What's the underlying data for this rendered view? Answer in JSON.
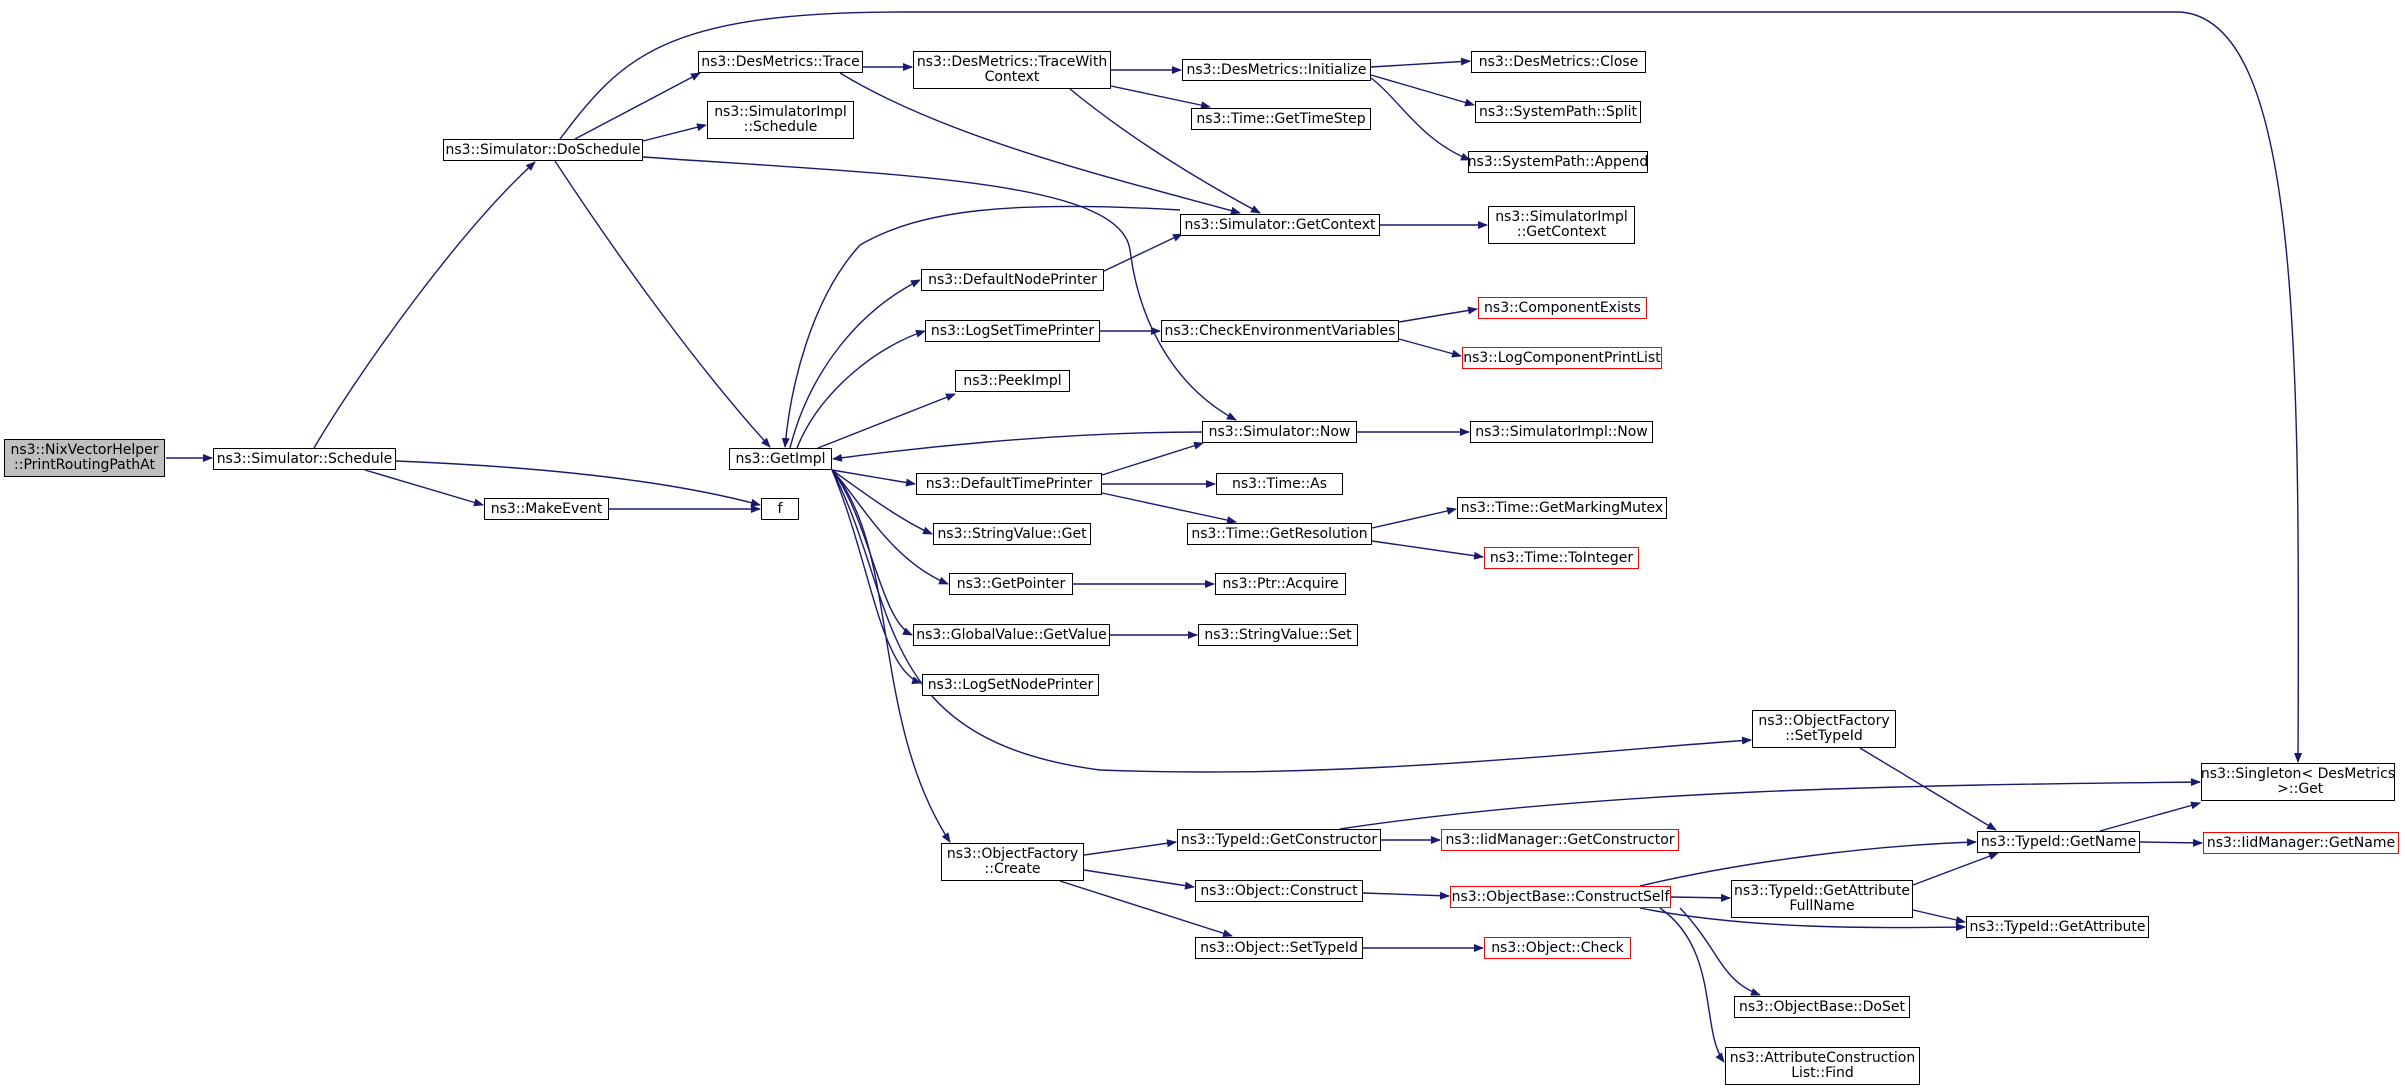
{
  "diagram": {
    "edge_color": "#191970",
    "nodes": {
      "root": {
        "label": "ns3::NixVectorHelper\n::PrintRoutingPathAt",
        "style": "highlighted"
      },
      "schedule": {
        "label": "ns3::Simulator::Schedule"
      },
      "doschedule": {
        "label": "ns3::Simulator::DoSchedule"
      },
      "makeevent": {
        "label": "ns3::MakeEvent"
      },
      "f": {
        "label": "f"
      },
      "getimpl": {
        "label": "ns3::GetImpl"
      },
      "dm_trace": {
        "label": "ns3::DesMetrics::Trace"
      },
      "simimpl_sched": {
        "label": "ns3::SimulatorImpl\n::Schedule"
      },
      "dm_twc": {
        "label": "ns3::DesMetrics::TraceWith\nContext"
      },
      "dm_init": {
        "label": "ns3::DesMetrics::Initialize"
      },
      "time_gts": {
        "label": "ns3::Time::GetTimeStep"
      },
      "dm_close": {
        "label": "ns3::DesMetrics::Close"
      },
      "sp_split": {
        "label": "ns3::SystemPath::Split"
      },
      "sp_append": {
        "label": "ns3::SystemPath::Append"
      },
      "sim_getctx": {
        "label": "ns3::Simulator::GetContext"
      },
      "simimpl_getctx": {
        "label": "ns3::SimulatorImpl\n::GetContext"
      },
      "dnp": {
        "label": "ns3::DefaultNodePrinter"
      },
      "lstp": {
        "label": "ns3::LogSetTimePrinter"
      },
      "cev": {
        "label": "ns3::CheckEnvironmentVariables"
      },
      "compexists": {
        "label": "ns3::ComponentExists",
        "style": "red"
      },
      "logcpl": {
        "label": "ns3::LogComponentPrintList",
        "style": "red"
      },
      "peekimpl": {
        "label": "ns3::PeekImpl"
      },
      "sim_now": {
        "label": "ns3::Simulator::Now"
      },
      "simimpl_now": {
        "label": "ns3::SimulatorImpl::Now"
      },
      "dtp": {
        "label": "ns3::DefaultTimePrinter"
      },
      "time_as": {
        "label": "ns3::Time::As"
      },
      "time_getres": {
        "label": "ns3::Time::GetResolution"
      },
      "time_gmm": {
        "label": "ns3::Time::GetMarkingMutex"
      },
      "time_toint": {
        "label": "ns3::Time::ToInteger",
        "style": "red"
      },
      "sv_get": {
        "label": "ns3::StringValue::Get"
      },
      "getpointer": {
        "label": "ns3::GetPointer"
      },
      "ptr_acquire": {
        "label": "ns3::Ptr::Acquire"
      },
      "gv_getvalue": {
        "label": "ns3::GlobalValue::GetValue"
      },
      "sv_set": {
        "label": "ns3::StringValue::Set"
      },
      "lsnp": {
        "label": "ns3::LogSetNodePrinter"
      },
      "of_settypeid": {
        "label": "ns3::ObjectFactory\n::SetTypeId"
      },
      "singleton": {
        "label": "ns3::Singleton< DesMetrics\n >::Get"
      },
      "tid_getname": {
        "label": "ns3::TypeId::GetName"
      },
      "iid_getname": {
        "label": "ns3::IidManager::GetName",
        "style": "red"
      },
      "of_create": {
        "label": "ns3::ObjectFactory\n::Create"
      },
      "tid_getctor": {
        "label": "ns3::TypeId::GetConstructor"
      },
      "iid_getctor": {
        "label": "ns3::IidManager::GetConstructor",
        "style": "red"
      },
      "obj_construct": {
        "label": "ns3::Object::Construct"
      },
      "ob_cself": {
        "label": "ns3::ObjectBase::ConstructSelf",
        "style": "red"
      },
      "tid_gafn": {
        "label": "ns3::TypeId::GetAttribute\nFullName"
      },
      "tid_getattr": {
        "label": "ns3::TypeId::GetAttribute"
      },
      "obj_settypeid": {
        "label": "ns3::Object::SetTypeId"
      },
      "obj_check": {
        "label": "ns3::Object::Check",
        "style": "red"
      },
      "ob_doset": {
        "label": "ns3::ObjectBase::DoSet"
      },
      "acl_find": {
        "label": "ns3::AttributeConstruction\nList::Find"
      }
    }
  }
}
